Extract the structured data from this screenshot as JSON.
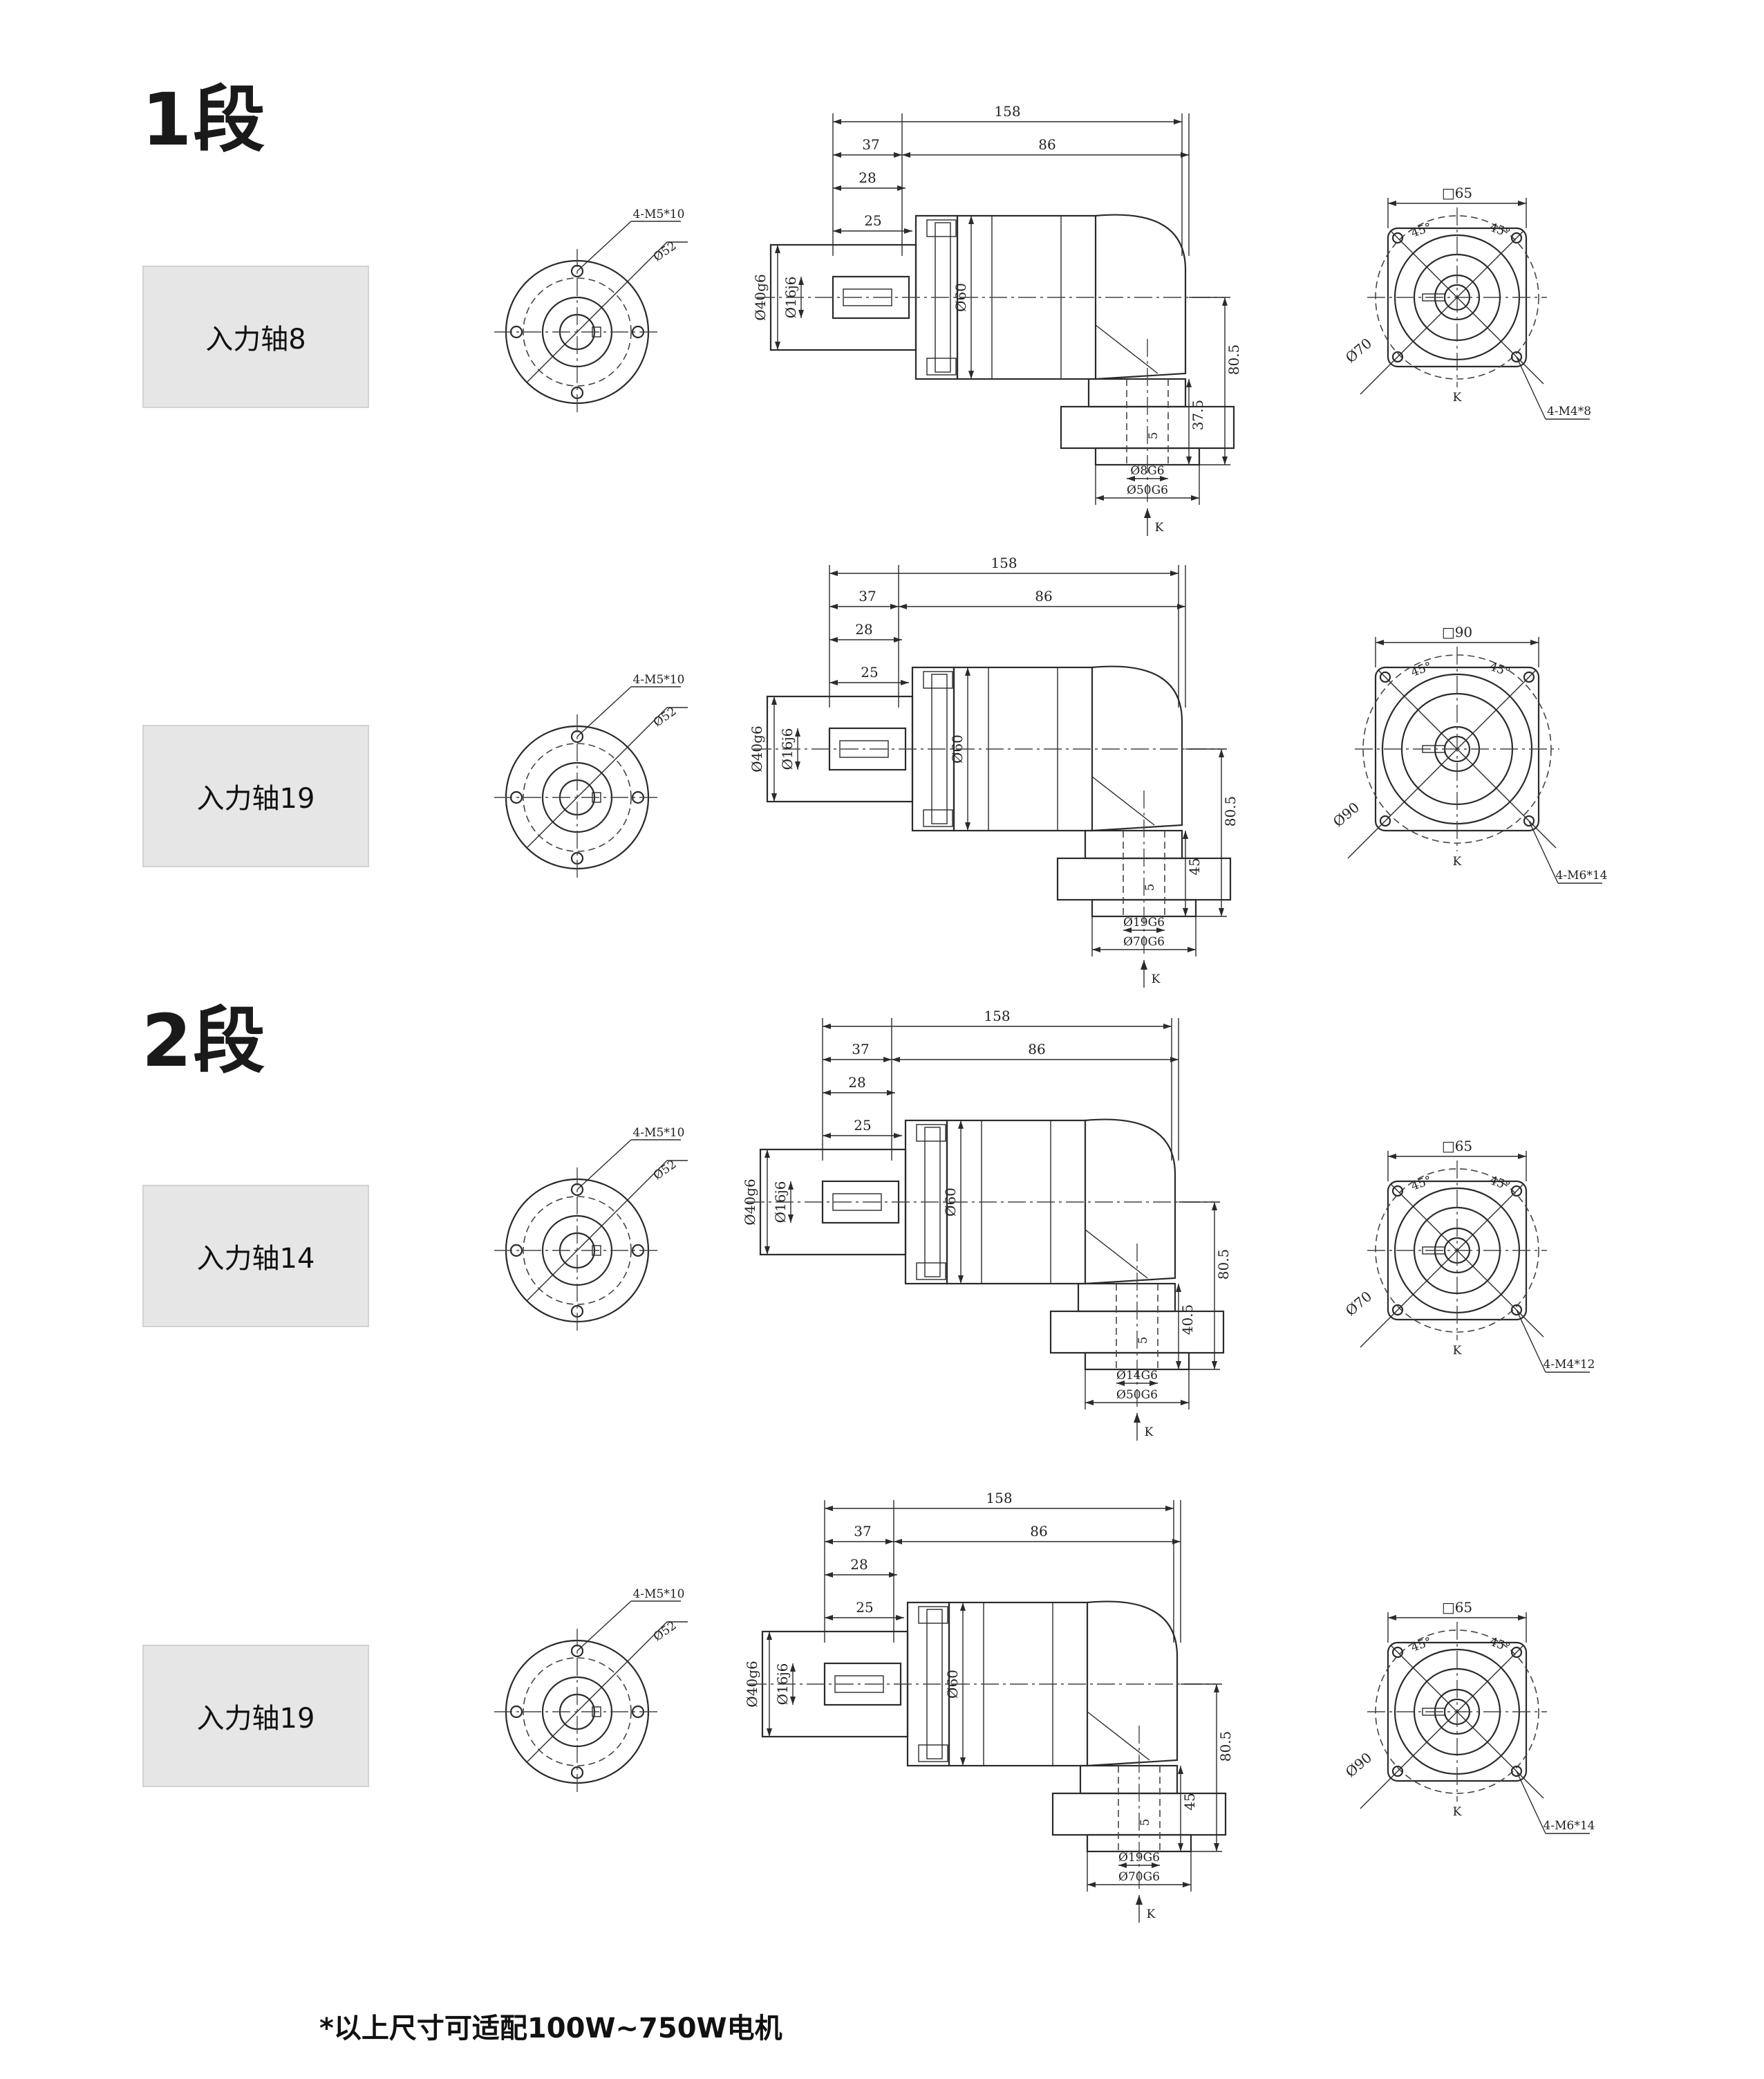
{
  "stages": [
    {
      "title": "1段"
    },
    {
      "title": "2段"
    }
  ],
  "rows": [
    {
      "label": "入力轴8",
      "front": {
        "bolt": "4-M5*10",
        "pcd": "Ø52"
      },
      "side": {
        "total": "158",
        "a": "37",
        "b": "86",
        "c": "28",
        "d": "25",
        "g1": "Ø40g6",
        "g2": "Ø16j6",
        "g3": "Ø60",
        "h1": "80.5",
        "h2": "37.5",
        "h3": "5",
        "bore": "Ø8G6",
        "pilot": "Ø50G6",
        "view": "K"
      },
      "flange": {
        "square": "□65",
        "ang1": "45°",
        "ang2": "45°",
        "pcd": "Ø70",
        "bolt": "4-M4*8",
        "view": "K"
      }
    },
    {
      "label": "入力轴19",
      "front": {
        "bolt": "4-M5*10",
        "pcd": "Ø52"
      },
      "side": {
        "total": "158",
        "a": "37",
        "b": "86",
        "c": "28",
        "d": "25",
        "g1": "Ø40g6",
        "g2": "Ø16j6",
        "g3": "Ø60",
        "h1": "80.5",
        "h2": "45",
        "h3": "5",
        "bore": "Ø19G6",
        "pilot": "Ø70G6",
        "view": "K"
      },
      "flange": {
        "square": "□90",
        "ang1": "45°",
        "ang2": "45°",
        "pcd": "Ø90",
        "bolt": "4-M6*14",
        "view": "K"
      }
    },
    {
      "label": "入力轴14",
      "front": {
        "bolt": "4-M5*10",
        "pcd": "Ø52"
      },
      "side": {
        "total": "158",
        "a": "37",
        "b": "86",
        "c": "28",
        "d": "25",
        "g1": "Ø40g6",
        "g2": "Ø16j6",
        "g3": "Ø60",
        "h1": "80.5",
        "h2": "40.5",
        "h3": "5",
        "bore": "Ø14G6",
        "pilot": "Ø50G6",
        "view": "K"
      },
      "flange": {
        "square": "□65",
        "ang1": "45°",
        "ang2": "45°",
        "pcd": "Ø70",
        "bolt": "4-M4*12",
        "view": "K"
      }
    },
    {
      "label": "入力轴19",
      "front": {
        "bolt": "4-M5*10",
        "pcd": "Ø52"
      },
      "side": {
        "total": "158",
        "a": "37",
        "b": "86",
        "c": "28",
        "d": "25",
        "g1": "Ø40g6",
        "g2": "Ø16j6",
        "g3": "Ø60",
        "h1": "80.5",
        "h2": "45",
        "h3": "5",
        "bore": "Ø19G6",
        "pilot": "Ø70G6",
        "view": "K"
      },
      "flange": {
        "square": "□65",
        "ang1": "45°",
        "ang2": "45°",
        "pcd": "Ø90",
        "bolt": "4-M6*14",
        "view": "K"
      }
    }
  ],
  "footnote": "*以上尺寸可适配100W~750W电机"
}
